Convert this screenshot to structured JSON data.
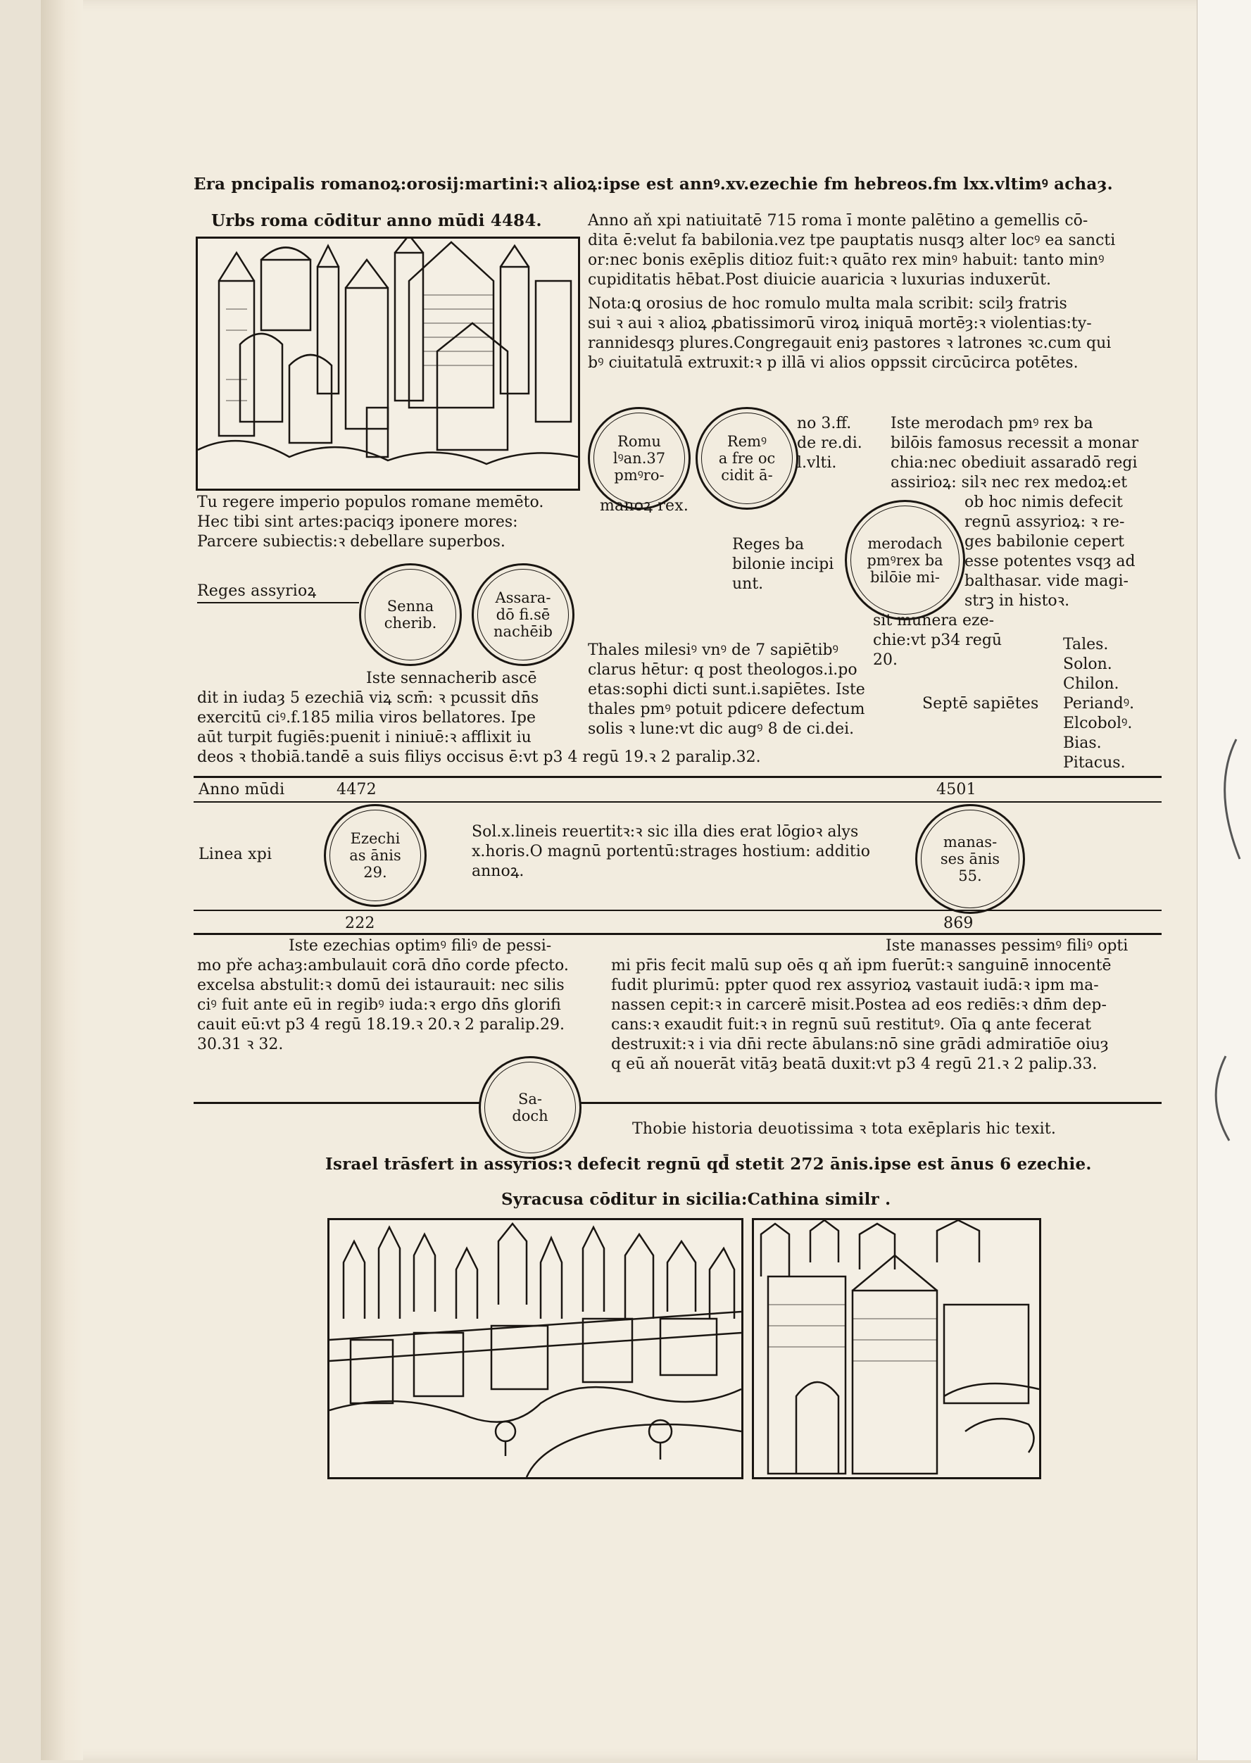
{
  "header": "Era pncipalis romanoꝝ:orosij:martini:ꝛ alioꝝ:ipse est annꝰ.xv.ezechie fm hebreos.fm lxx.vltimꝰ achaȝ.",
  "urbs_roma": {
    "caption": "Urbs roma cōditur anno mūdi 4484.",
    "verse": [
      "Tu regere imperio populos romane memēto.",
      "Hec tibi sint artes:paciqȝ iponere mores:",
      "Parcere subiectis:ꝛ debellare superbos."
    ]
  },
  "anno_ante": [
    "Anno aň xpi natiuitatē 715 roma ī monte palētino a gemellis cō-",
    "dita ē:velut fa babilonia.vez tpe pauptatis nusqȝ alter locꝰ ea sancti",
    "or:nec bonis exēplis ditioz fuit:ꝛ quāto rex minꝰ habuit: tanto minꝰ",
    "cupiditatis hēbat.Post diuicie auaricia ꝛ luxurias induxerūt."
  ],
  "nota": [
    "Nota:ꝗ orosius de hoc romulo multa mala scribit: scilȝ fratris",
    "sui ꝛ aui ꝛ alioꝝ ꝓbatissimorū viroꝝ iniquā mortēȝ:ꝛ violentias:ty-",
    "rannidesqȝ plures.Congregauit eniȝ pastores ꝛ latrones ꝛc.cum qui",
    "bꝰ ciuitatulā extruxit:ꝛ p illā vi alios oppssit circūcirca potētes."
  ],
  "circles": {
    "romulus": "Romu\nlꝰan.37\npmꝰro-",
    "remus": "Remꝰ\na fre oc\ncidit ā-",
    "merodach": "merodach\npmꝰrex ba\nbilōie mi-",
    "senna": "Senna\ncherib.",
    "assara": "Assara-\ndō fi.sē\nnachēib",
    "ezechias": "Ezechi\nas ānis\n29.",
    "manasses": "manas-\nses ānis\n55.",
    "sadoch": "Sa-\ndoch"
  },
  "romulus_side": [
    "no 3.ff.",
    "de re.di.",
    "l.vlti."
  ],
  "romanoz_rex": "manoꝝ rex.",
  "iste_merodach": [
    "Iste merodach pmꝰ rex ba",
    "bilōis famosus recessit a monar",
    "chia:nec obediuit assaradō regi",
    "assirioꝝ: silꝛ nec rex medoꝝ:et",
    "ob hoc nimis defecit",
    "regnū assyrioꝝ: ꝛ re-",
    "ges babilonie cepert",
    "esse potentes vsqȝ ad",
    "balthasar. vide magi-",
    "strꝫ in histoꝛ.",
    "sit munera eze-",
    "chie:vt p34 regū",
    "20."
  ],
  "reges_babilonie": [
    "Reges ba",
    "bilonie incipi",
    "unt."
  ],
  "reges_assyrioz": "Reges assyrioꝝ",
  "thales": [
    "Thales milesiꝰ vnꝰ de 7 sapiētibꝰ",
    "clarus hētur: q post theologos.i.po",
    "etas:sophi dicti sunt.i.sapiētes. Iste",
    "thales pmꝰ potuit pdicere defectum",
    "solis ꝛ lune:vt dic augꝰ 8 de ci.dei."
  ],
  "sapientes": {
    "label": "Septē sapiētes",
    "names": [
      "Tales.",
      "Solon.",
      "Chilon.",
      "Periandꝰ.",
      "Elcobolꝰ.",
      "Bias.",
      "Pitacus."
    ]
  },
  "iste_sennacherib": [
    "Iste sennacherib ascē",
    "dit in iudaȝ 5 ezechiā viꝝ scm̄: ꝛ pcussit dn̄s",
    "exercitū ciꝰ.f.185 milia viros bellatores. Ipe",
    "aūt turpit fugiēs:puenit i niniuē:ꝛ afflixit iu",
    "deos ꝛ thobiā.tandē a suis filiys occisus ē:vt p3 4 regū 19.ꝛ 2 paralip.32."
  ],
  "anno_mundi": {
    "label": "Anno mūdi",
    "left": "4472",
    "right": "4501"
  },
  "linea_xpi": {
    "label": "Linea xpi",
    "left": "222",
    "right": "869"
  },
  "sol_text": [
    "Sol.x.lineis reuertitꝛ:ꝛ sic illa dies erat lōgioꝛ alys",
    "x.horis.O magnū portentū:strages hostium: additio",
    "annoꝝ."
  ],
  "iste_ezechias": [
    "Iste ezechias optimꝰ filiꝰ de pessi-",
    "mo pře achaȝ:ambulauit corā dn̄o corde pfecto.",
    "excelsa abstulit:ꝛ domū dei istaurauit: nec silis",
    "ciꝰ fuit ante eū in regibꝰ iuda:ꝛ ergo dn̄s glorifi",
    "cauit eū:vt p3 4 regū 18.19.ꝛ 20.ꝛ 2 paralip.29.",
    "30.31 ꝛ 32."
  ],
  "iste_manasses": [
    "Iste manasses pessimꝰ filiꝰ opti",
    "mi pr̄is fecit malū sup oēs q aň ipm fuerūt:ꝛ sanguinē innocentē",
    "fudit plurimū: ppter quod rex assyrioꝝ vastauit iudā:ꝛ ipm ma-",
    "nassen cepit:ꝛ in carcerē misit.Postea ad eos rediēs:ꝛ dn̄m dep-",
    "cans:ꝛ exaudit fuit:ꝛ in regnū suū restitutꝰ. Oīa ꝗ ante fecerat",
    "destruxit:ꝛ i via dn̄i recte ābulans:nō sine grādi admiratiōe oiuȝ",
    "q eū aň nouerāt vitāȝ beatā duxit:vt p3 4 regū 21.ꝛ 2 palip.33."
  ],
  "thobie": "Thobie historia deuotissima ꝛ tota exēplaris hic texit.",
  "israel": "Israel trāsfert in assyrios:ꝛ defecit regnū qd̄ stetit 272 ānis.ipse est ānus 6 ezechie.",
  "syracusa": "Syracusa cōditur in sicilia:Cathina similr ."
}
